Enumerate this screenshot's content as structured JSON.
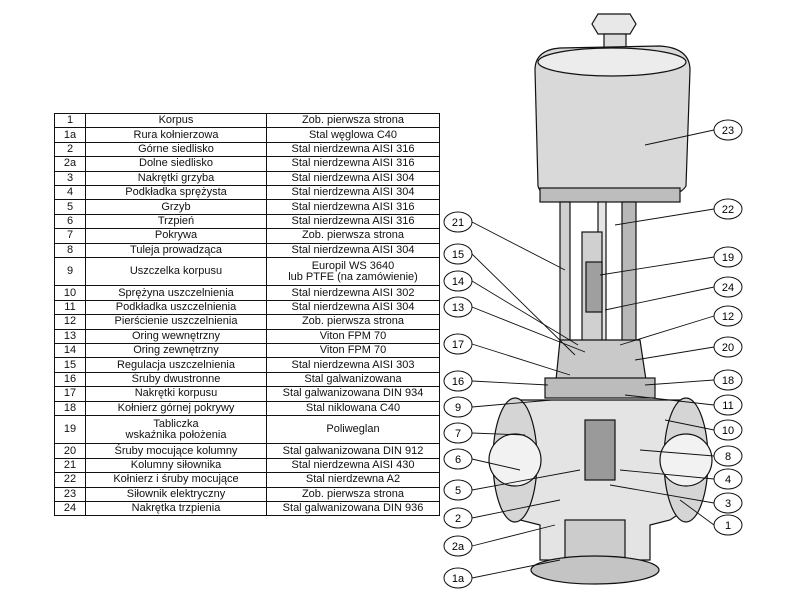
{
  "parts": [
    {
      "no": "1",
      "name": "Korpus",
      "material": "Zob. pierwsza strona"
    },
    {
      "no": "1a",
      "name": "Rura kołnierzowa",
      "material": "Stal węglowa C40"
    },
    {
      "no": "2",
      "name": "Górne siedlisko",
      "material": "Stal nierdzewna AISI 316"
    },
    {
      "no": "2a",
      "name": "Dolne siedlisko",
      "material": "Stal nierdzewna AISI 316"
    },
    {
      "no": "3",
      "name": "Nakrętki grzyba",
      "material": "Stal nierdzewna AISI 304"
    },
    {
      "no": "4",
      "name": "Podkładka sprężysta",
      "material": "Stal nierdzewna AISI 304"
    },
    {
      "no": "5",
      "name": "Grzyb",
      "material": "Stal nierdzewna AISI 316"
    },
    {
      "no": "6",
      "name": "Trzpień",
      "material": "Stal nierdzewna AISI 316"
    },
    {
      "no": "7",
      "name": "Pokrywa",
      "material": "Zob. pierwsza strona"
    },
    {
      "no": "8",
      "name": "Tuleja prowadząca",
      "material": "Stal nierdzewna AISI 304"
    },
    {
      "no": "9",
      "name": "Uszczelka korpusu",
      "material": "Europil WS 3640\nlub PTFE (na zamówienie)"
    },
    {
      "no": "10",
      "name": "Sprężyna uszczelnienia",
      "material": "Stal nierdzewna AISI 302"
    },
    {
      "no": "11",
      "name": "Podkładka uszczelnienia",
      "material": "Stal nierdzewna AISI 304"
    },
    {
      "no": "12",
      "name": "Pierścienie uszczelnienia",
      "material": "Zob. pierwsza strona"
    },
    {
      "no": "13",
      "name": "Oring wewnętrzny",
      "material": "Viton FPM 70"
    },
    {
      "no": "14",
      "name": "Oring zewnętrzny",
      "material": "Viton FPM 70"
    },
    {
      "no": "15",
      "name": "Regulacja uszczelnienia",
      "material": "Stal nierdzewna AISI 303"
    },
    {
      "no": "16",
      "name": "Śruby dwustronne",
      "material": "Stal galwanizowana"
    },
    {
      "no": "17",
      "name": "Nakrętki korpusu",
      "material": "Stal galwanizowana DIN 934"
    },
    {
      "no": "18",
      "name": "Kołnierz górnej pokrywy",
      "material": "Stal niklowana C40"
    },
    {
      "no": "19",
      "name": "Tabliczka\nwskaźnika położenia",
      "material": "Poliweglan"
    },
    {
      "no": "20",
      "name": "Śruby mocujące kolumny",
      "material": "Stal galwanizowana DIN 912"
    },
    {
      "no": "21",
      "name": "Kolumny siłownika",
      "material": "Stal nierdzewna AISI 430"
    },
    {
      "no": "22",
      "name": "Kołnierz i śruby mocujące",
      "material": "Stal nierdzewna A2"
    },
    {
      "no": "23",
      "name": "Siłownik elektryczny",
      "material": "Zob. pierwsza strona"
    },
    {
      "no": "24",
      "name": "Nakrętka trzpienia",
      "material": "Stal galwanizowana DIN 936"
    }
  ],
  "callouts_left": [
    "21",
    "15",
    "14",
    "13",
    "17",
    "16",
    "9",
    "7",
    "6",
    "5",
    "2",
    "2a",
    "1a"
  ],
  "callouts_right": [
    "23",
    "22",
    "19",
    "24",
    "12",
    "20",
    "18",
    "11",
    "10",
    "8",
    "4",
    "3",
    "1"
  ]
}
